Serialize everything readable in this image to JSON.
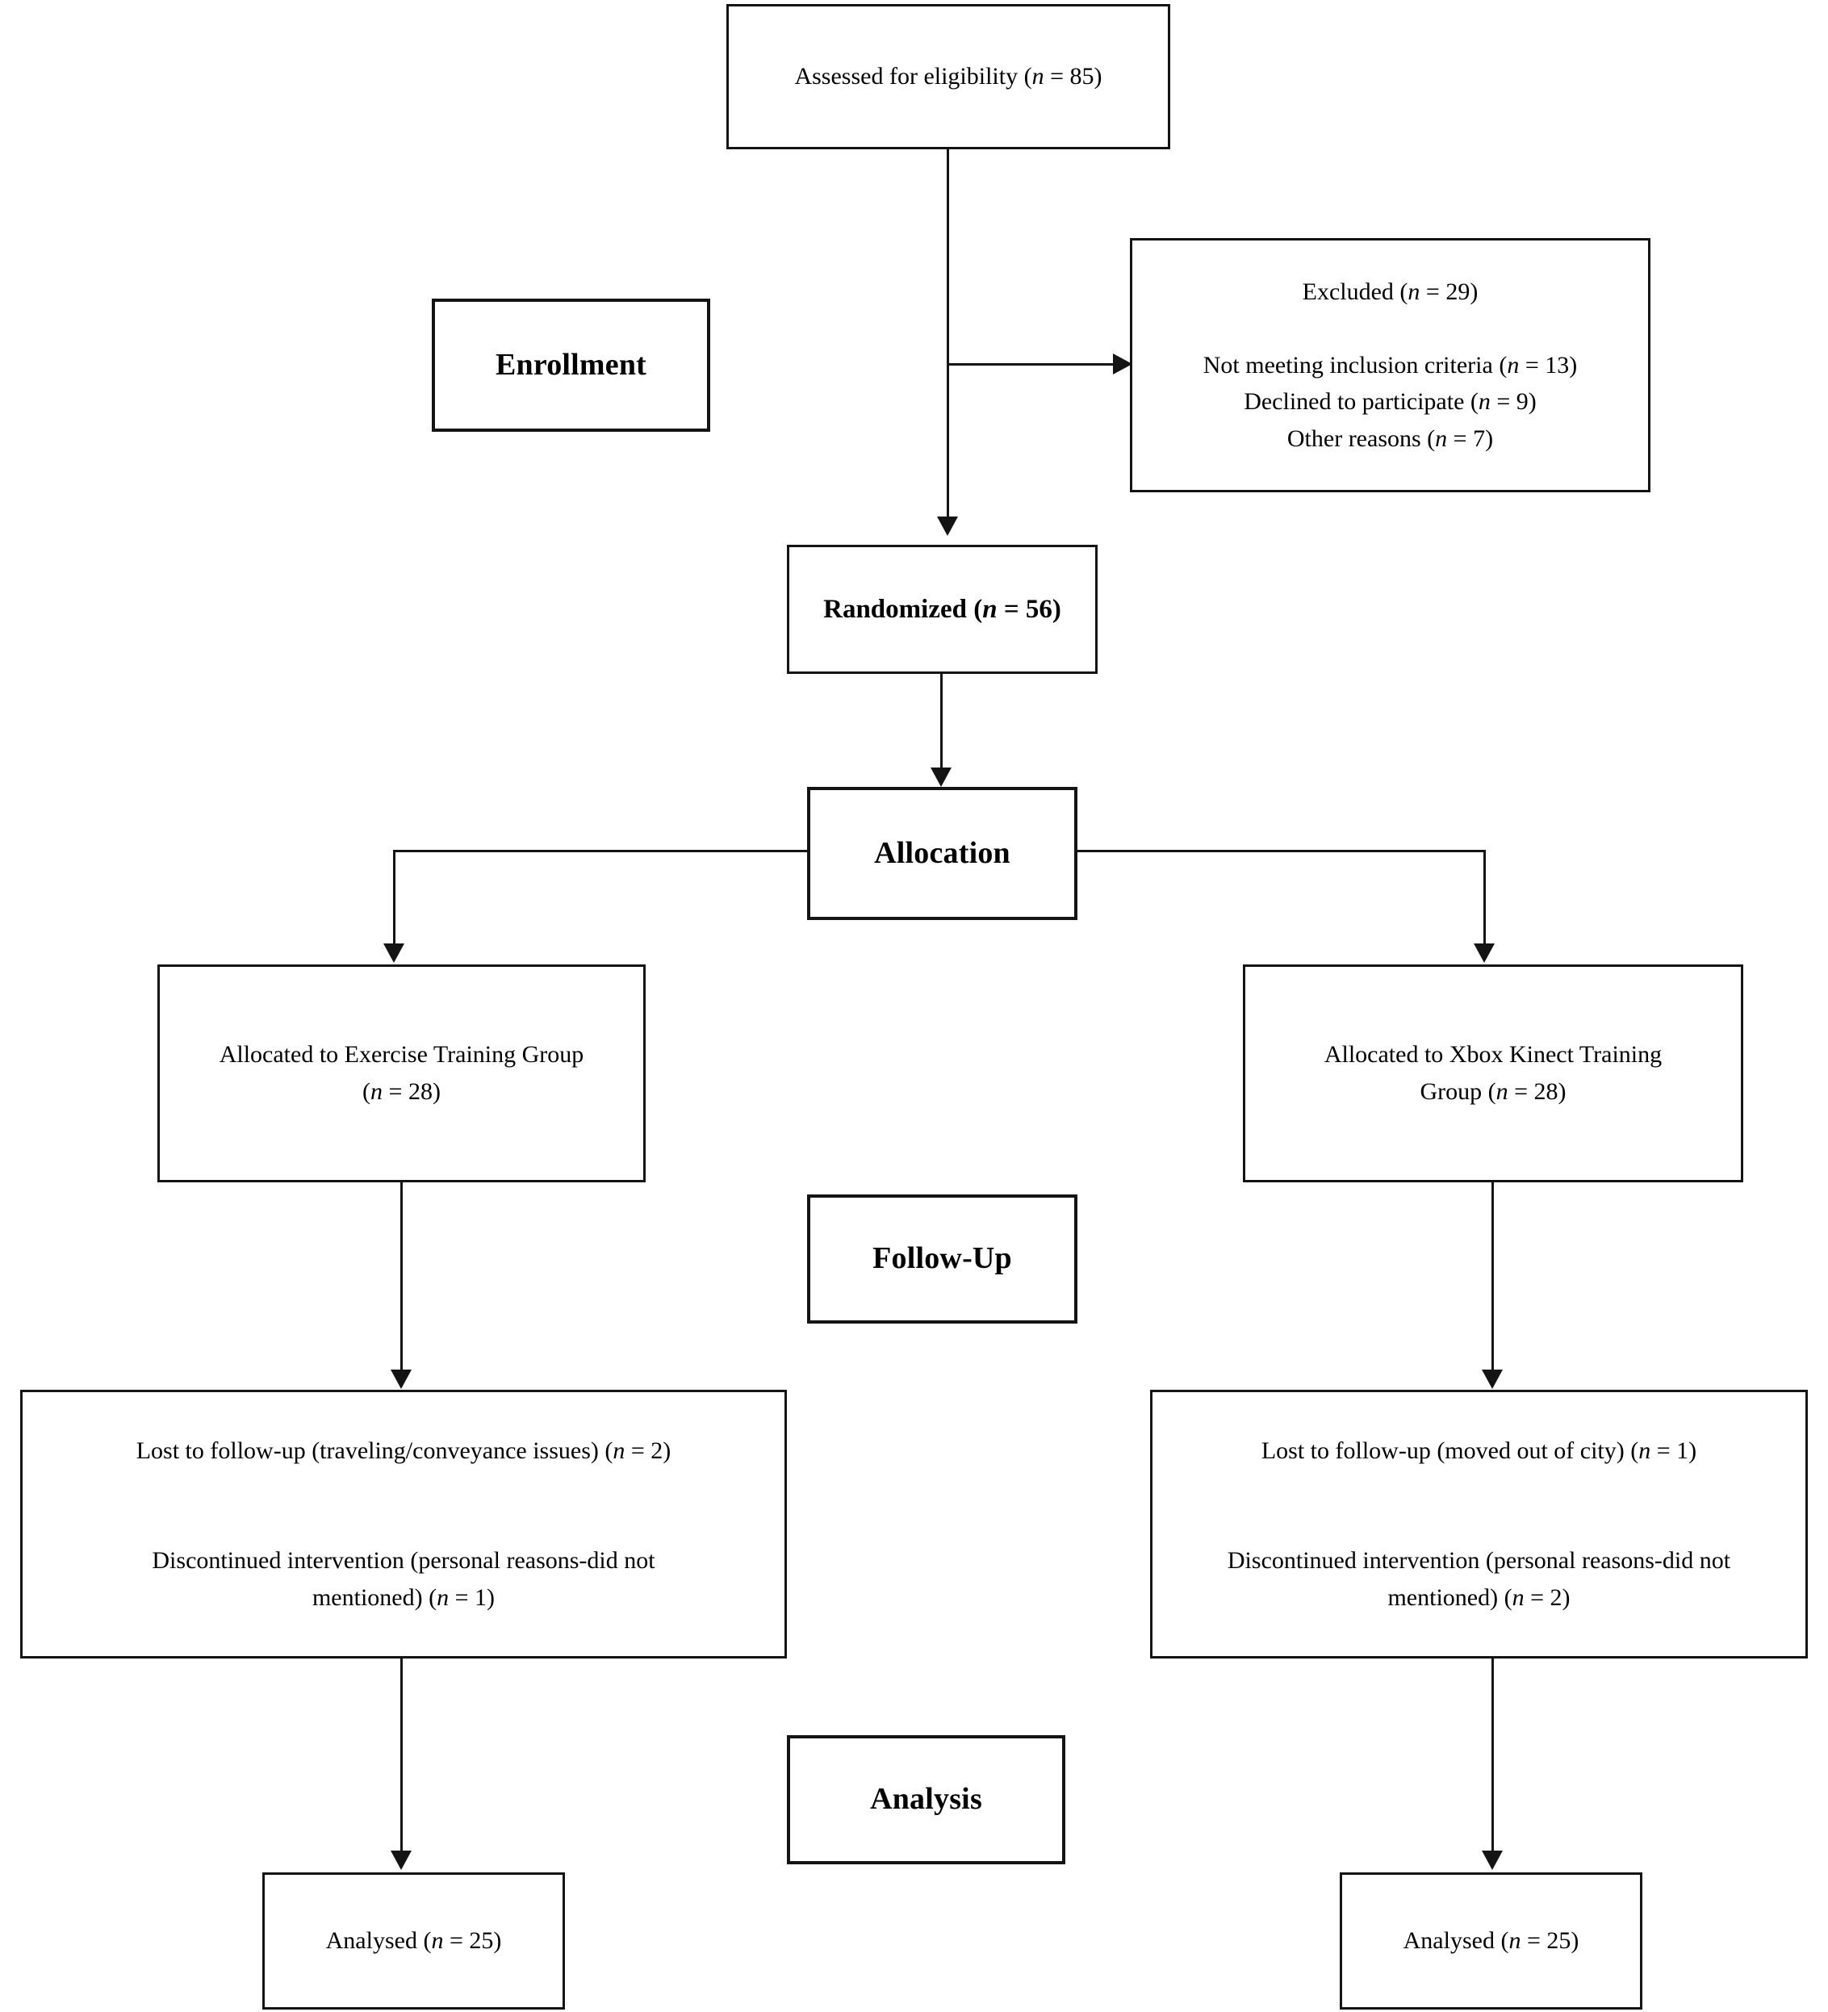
{
  "diagram": {
    "title": "CONSORT participant flow diagram",
    "line_color": "#141414",
    "background": "#ffffff"
  },
  "phases": {
    "enrollment": "Enrollment",
    "allocation": "Allocation",
    "follow_up": "Follow-Up",
    "analysis": "Analysis"
  },
  "nodes": {
    "assessed": {
      "label": "Assessed for eligibility (",
      "n_symbol": "n",
      "n_value": " = 85)"
    },
    "excluded": {
      "heading": "Excluded (",
      "heading_n": "n",
      "heading_value": " = 29)",
      "reasons": [
        {
          "text": "Not meeting inclusion criteria (",
          "n": "n",
          "value": " = 13)"
        },
        {
          "text": "Declined to participate (",
          "n": "n",
          "value": " = 9)"
        },
        {
          "text": "Other reasons (",
          "n": "n",
          "value": " = 7)"
        }
      ]
    },
    "randomized": {
      "label": "Randomized (",
      "n_symbol": "n",
      "n_value": " = 56)"
    },
    "allocated_left": {
      "line1": "Allocated to Exercise Training Group",
      "line2_pre": "(",
      "line2_n": "n",
      "line2_post": " = 28)"
    },
    "allocated_right": {
      "line1": "Allocated to Xbox Kinect Training",
      "line2_pre": "Group (",
      "line2_n": "n",
      "line2_post": " = 28)"
    },
    "followup_left": {
      "lost_pre": "Lost to follow-up (traveling/conveyance issues) (",
      "lost_n": "n",
      "lost_post": " = 2)",
      "disc_line1": "Discontinued intervention (personal reasons-did not",
      "disc_line2_pre": "mentioned) (",
      "disc_n": "n",
      "disc_post": " = 1)"
    },
    "followup_right": {
      "lost_pre": "Lost to follow-up (moved out of city) (",
      "lost_n": "n",
      "lost_post": " = 1)",
      "disc_line1": "Discontinued intervention (personal reasons-did not",
      "disc_line2_pre": "mentioned) (",
      "disc_n": "n",
      "disc_post": " = 2)"
    },
    "analysed_left": {
      "label": "Analysed (",
      "n_symbol": "n",
      "n_value": " = 25)"
    },
    "analysed_right": {
      "label": "Analysed (",
      "n_symbol": "n",
      "n_value": " = 25)"
    }
  }
}
